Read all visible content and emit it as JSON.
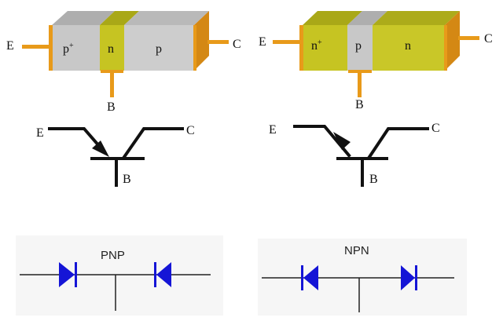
{
  "colors": {
    "p_region": "#c8c8c8",
    "n_region": "#c6c422",
    "contact": "#e89a1a",
    "symbol_line": "#111111",
    "diode": "#1515d6",
    "panel_bg": "#f6f6f6"
  },
  "pnp_block": {
    "emitter": {
      "type": "p",
      "doping": "+"
    },
    "base": {
      "type": "n"
    },
    "collector": {
      "type": "p"
    },
    "leads": {
      "e": "E",
      "b": "B",
      "c": "C"
    }
  },
  "npn_block": {
    "emitter": {
      "type": "n",
      "doping": "+"
    },
    "base": {
      "type": "p"
    },
    "collector": {
      "type": "n"
    },
    "leads": {
      "e": "E",
      "b": "B",
      "c": "C"
    }
  },
  "pnp_symbol": {
    "e": "E",
    "b": "B",
    "c": "C"
  },
  "npn_symbol": {
    "e": "E",
    "b": "B",
    "c": "C"
  },
  "pnp_diode": {
    "title": "PNP"
  },
  "npn_diode": {
    "title": "NPN"
  }
}
